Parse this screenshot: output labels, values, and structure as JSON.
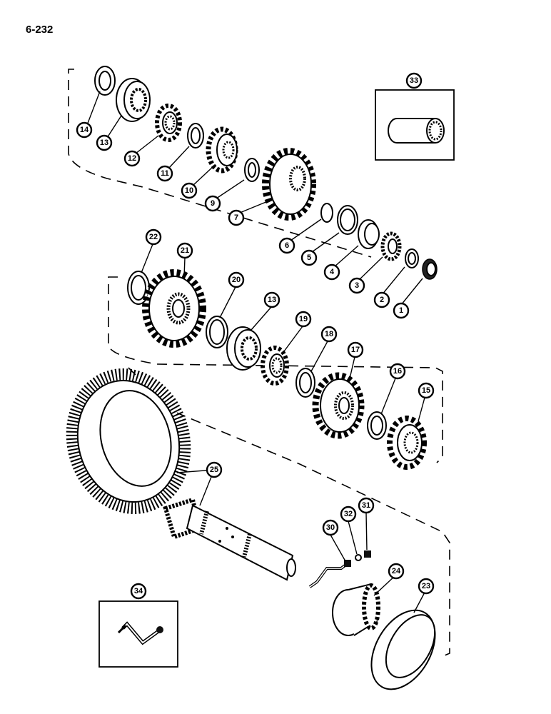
{
  "page": {
    "number": "6-232"
  },
  "callouts": {
    "c1": "1",
    "c2": "2",
    "c3": "3",
    "c4": "4",
    "c5": "5",
    "c6": "6",
    "c7": "7",
    "c9": "9",
    "c10": "10",
    "c11": "11",
    "c12": "12",
    "c13a": "13",
    "c14": "14",
    "c13b": "13",
    "c15": "15",
    "c16": "16",
    "c17": "17",
    "c18": "18",
    "c19": "19",
    "c20": "20",
    "c21": "21",
    "c22": "22",
    "c23": "23",
    "c24": "24",
    "c25": "25",
    "c30": "30",
    "c31": "31",
    "c32": "32",
    "c33": "33",
    "c34": "34"
  }
}
